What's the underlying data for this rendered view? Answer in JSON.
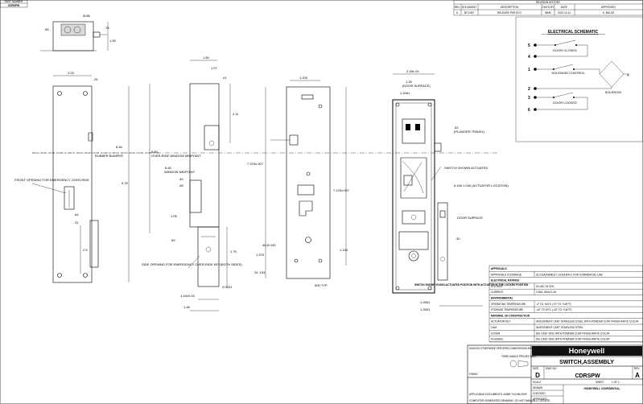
{
  "corner_tag": {
    "line1": "PART NUMBER",
    "line2": "CDRSPW"
  },
  "revision_history": {
    "title": "REVISION HISTORY",
    "headers": [
      "REV",
      "DOCUMENT",
      "DESCRIPTION",
      "CHK'D BY",
      "DATE",
      "APPROVED"
    ],
    "row": [
      "A",
      "5071457",
      "RELEASE PER ECO",
      "WMK",
      "2012-12-11",
      "K. BAL4JI"
    ]
  },
  "schematic": {
    "title": "ELECTRICAL SCHEMATIC",
    "terminals": [
      "5",
      "4",
      "1",
      "2",
      "3",
      "6"
    ],
    "labels": {
      "door_closed": "DOOR CLOSED",
      "solenoid_control": "SOLENOID CONTROL",
      "solenoid": "SOLENOID",
      "door_locked": "DOOR LOCKED"
    }
  },
  "dimensions": {
    "d_dia": "Ø.86",
    "d_85": ".85",
    "d_75": ".75",
    "d_199": "1.99",
    "d_203": "2.03",
    "d_25": ".25",
    "rubber_bumper": "RUBBER BUMPER",
    "d_8_46": "8.46",
    "d_9_75": "9.75",
    "front_opening": "FRONT OPENING FOR EMERGENCY OVER-RIDE",
    "d_64": ".64",
    "d_31": ".31",
    "d_2_5": "2.5",
    "d_1_80": "1.80",
    "d_1_07": "1.07",
    "d_0_41": ".41",
    "d_2_11": "2.11",
    "d_6_80": "6.80",
    "override_window": "OVER-RIDE WINDOW MIDPOINT",
    "d_8_45": "8.45",
    "window_midpoint": "WINDOW MIDPOINT",
    "d_40": ".40",
    "d_28": ".28",
    "d_1_05": "1.05",
    "d_59": ".59",
    "side_opening": "SIDE OPENING FOR EMERGENCY OVER-RIDE KEY(BOTH SIDES)",
    "d_1_75": "1.75",
    "d_0_06": "0.0631",
    "d_1_15": "1.15±0.03",
    "d_1_48": "1.48",
    "d_1_200": "1.200",
    "d_7_375": "7.375±.007",
    "d_7_125": "7.125±.007",
    "d_1_375": "1.375",
    "d_48": ".48 Ø.190",
    "d_24": "24 .193",
    "d_500": ".500 TYP",
    "d_1_125": "1.125",
    "d_2_18": "2.18±.04",
    "d_1_26": "1.26",
    "door_surface": "(DOOR SURFACE)",
    "d_1_2061": "1.2061",
    "d_52": ".52",
    "plunger_travel": "(PLUNGER TRAVEL)",
    "switch_shown": "SWITCH SHOWN ACTUATED",
    "d_6_445": "6.445 ±.040 (ACTUATOR LOCATION)",
    "door_surface2": "DOOR SURFACE",
    "d_0_30": ".30",
    "note_bold": "SWITCH SHOWN IN NON-ACTUATED POSITION WITH ACTUATOR IN THE LOCKED POSITION",
    "d_1_0561": "1.0561",
    "d_1_2651": "1.2651"
  },
  "spec_table": {
    "rows": [
      {
        "label": "APPROVALS",
        "value": "",
        "header": true
      },
      {
        "label": "APPROVALS COVERAGE",
        "value": "UL/CSA(ASME)17.1/CSA B44.1 FOR COMMERCIAL USE"
      },
      {
        "label": "ELECTRICAL RATINGS",
        "value": "",
        "header": true
      },
      {
        "label": "VOLTAGE",
        "value": "24 VAC        24 VDC"
      },
      {
        "label": "CURRENT",
        "value": "0.35A, 60Hz    0.2A"
      },
      {
        "label": "ENVIRONMENTAL",
        "value": "",
        "header": true
      },
      {
        "label": "OPERATING TEMPERATURE",
        "value": "-4° TO +60°C (+0° TO +100°F)"
      },
      {
        "label": "STORAGE TEMPERATURE",
        "value": "-40° TO 60°C (-40° TO +140°F)"
      },
      {
        "label": "MATERIAL OF CONSTRUCTION",
        "value": "",
        "header": true
      },
      {
        "label": "ACTUATOR KEY",
        "value": "INVESTMENT CAST STAINLESS STEEL WITH POWDER COAT FINISH WHITE COLOR"
      },
      {
        "label": "CAM",
        "value": "INVESTMENT CAST STAINLESS STEEL"
      },
      {
        "label": "COVER",
        "value": "DIE CAST ZINC WITH POWDER COAT FINISH WHITE COLOR"
      },
      {
        "label": "HOUSING",
        "value": "DIE CAST ZINC WITH POWDER COAT FINISH WHITE COLOR"
      }
    ]
  },
  "title_block": {
    "company": "Honeywell",
    "title": "SWITCH,ASSEMBLY",
    "size_label": "SIZE",
    "size": "D",
    "dwg_no_label": "DWG NO",
    "dwg_no": "CDRSPW",
    "rev_label": "REV",
    "rev": "A",
    "scale_label": "SCALE",
    "sheet_label": "SHEET",
    "sheet": "1 OF 1",
    "tolerance_title": "UNLESS OTHERWISE SPECIFIED DIMENSIONS ARE IN INCHES",
    "third_angle": "THIRD ANGLE PROJECTION",
    "finish": "FINISH",
    "applicable": "APPLICABLE DOCUMENTS: ASME Y14.5M-2009",
    "computer_generated": "COMPUTER GENERATED DRAWING. DO NOT MANUALLY UPDATE",
    "confidential": "HONEYWELL CONFIDENTIAL",
    "drawn": "DRAWN",
    "checked": "CHECKED",
    "approved": "APPROVED"
  }
}
